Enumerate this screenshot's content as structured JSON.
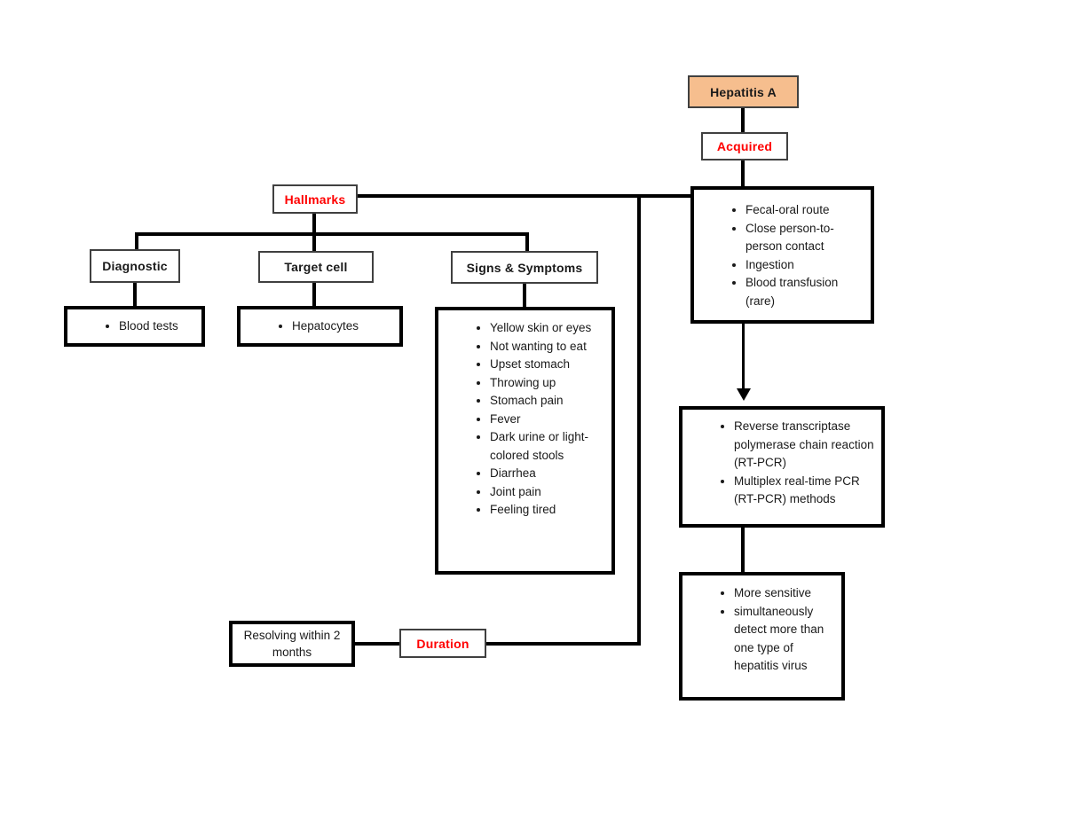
{
  "colors": {
    "accent_fill": "#F6BE8E",
    "red_text": "#FF0000",
    "line": "#000000",
    "thin_border": "#404040"
  },
  "nodes": {
    "hepatitis": {
      "label": "Hepatitis A"
    },
    "acquired": {
      "label": "Acquired"
    },
    "hallmarks": {
      "label": "Hallmarks"
    },
    "diagnostic": {
      "label": "Diagnostic"
    },
    "target_cell": {
      "label": "Target cell"
    },
    "signs_symptoms": {
      "label": "Signs & Symptoms"
    },
    "duration": {
      "label": "Duration"
    },
    "resolving": {
      "label": "Resolving within 2 months"
    },
    "diagnostic_detail": {
      "items": [
        "Blood tests"
      ]
    },
    "target_cell_detail": {
      "items": [
        "Hepatocytes"
      ]
    },
    "signs_detail": {
      "items": [
        "Yellow skin or eyes",
        "Not wanting to eat",
        "Upset stomach",
        "Throwing up",
        "Stomach pain",
        "Fever",
        "Dark urine or light- colored stools",
        "Diarrhea",
        "Joint pain",
        "Feeling tired"
      ]
    },
    "acquired_detail": {
      "items": [
        "Fecal-oral route",
        "Close person-to-person contact",
        "Ingestion",
        "Blood transfusion (rare)"
      ]
    },
    "pcr_detail": {
      "items": [
        "Reverse transcriptase polymerase chain reaction (RT-PCR)",
        "Multiplex real-time PCR (RT-PCR) methods"
      ]
    },
    "pcr_benefits": {
      "items": [
        "More sensitive",
        "simultaneously detect more than one type of hepatitis virus"
      ]
    }
  }
}
